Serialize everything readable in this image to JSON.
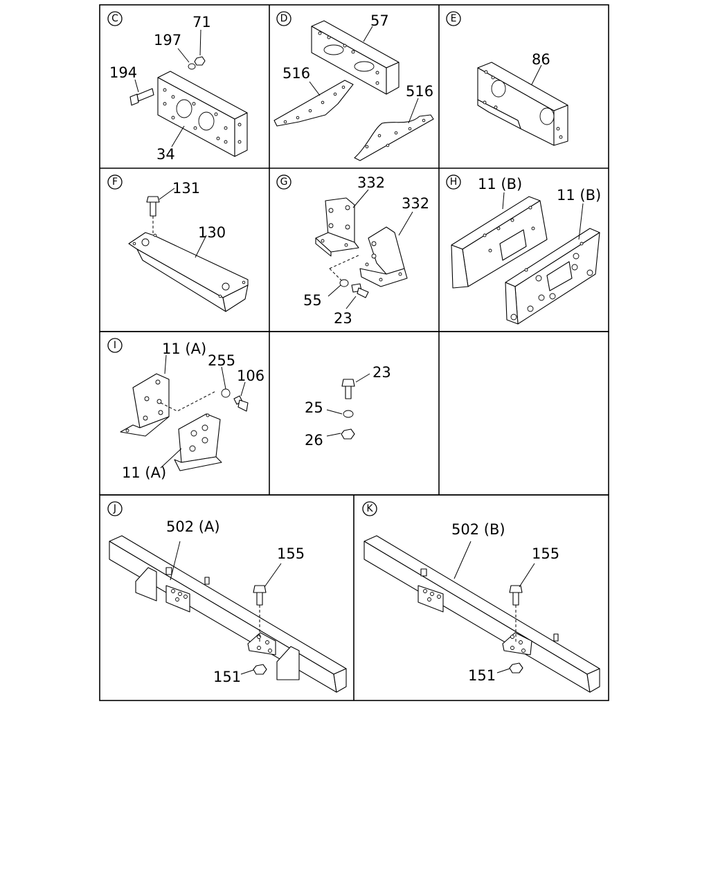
{
  "panels": {
    "C": {
      "letter": "C",
      "parts": [
        "71",
        "197",
        "194",
        "34"
      ]
    },
    "D": {
      "letter": "D",
      "parts": [
        "57",
        "516",
        "516"
      ]
    },
    "E": {
      "letter": "E",
      "parts": [
        "86"
      ]
    },
    "F": {
      "letter": "F",
      "parts": [
        "131",
        "130"
      ]
    },
    "G": {
      "letter": "G",
      "parts": [
        "332",
        "332",
        "55",
        "23"
      ]
    },
    "H": {
      "letter": "H",
      "parts": [
        "11 (B)",
        "11 (B)"
      ]
    },
    "I": {
      "letter": "I",
      "parts": [
        "11 (A)",
        "255",
        "106",
        "11 (A)"
      ]
    },
    "N": {
      "letter": "",
      "parts": [
        "23",
        "25",
        "26"
      ]
    },
    "J": {
      "letter": "J",
      "parts": [
        "502 (A)",
        "155",
        "151"
      ]
    },
    "K": {
      "letter": "K",
      "parts": [
        "502 (B)",
        "155",
        "151"
      ]
    }
  }
}
